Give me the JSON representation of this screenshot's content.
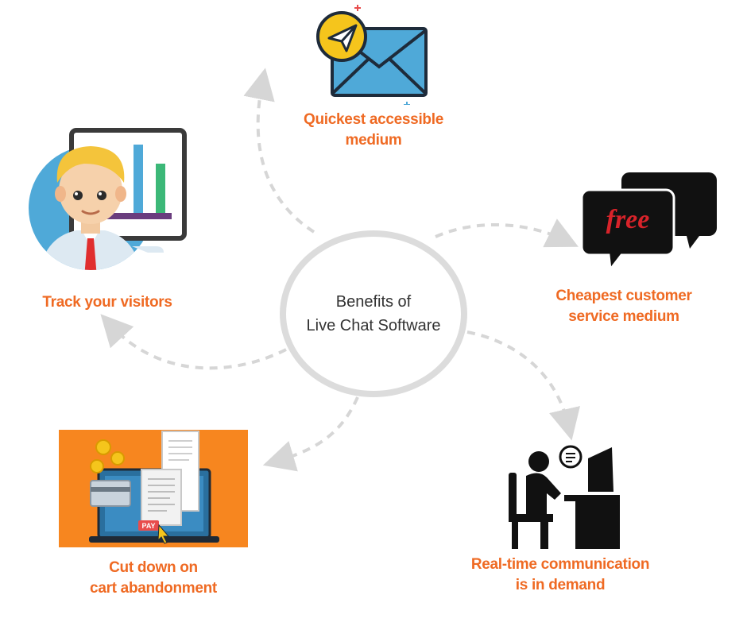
{
  "center": {
    "line1": "Benefits of",
    "line2": "Live Chat Software"
  },
  "nodes": [
    {
      "id": "quickest",
      "lines": [
        "Quickest accessible",
        "medium"
      ],
      "icon": "mail-plane-icon"
    },
    {
      "id": "cheapest",
      "lines": [
        "Cheapest customer",
        "service medium"
      ],
      "icon": "free-chat-bubbles-icon",
      "logo_text": "free"
    },
    {
      "id": "realtime",
      "lines": [
        "Real-time communication",
        "is in demand"
      ],
      "icon": "person-at-computer-icon"
    },
    {
      "id": "cart",
      "lines": [
        "Cut down on",
        "cart abandonment"
      ],
      "icon": "laptop-pay-icon",
      "pay_text": "PAY"
    },
    {
      "id": "track",
      "lines": [
        "Track your visitors"
      ],
      "icon": "analyst-avatar-icon"
    }
  ],
  "colors": {
    "label": "#ef6a23",
    "ring": "#dcdcdc",
    "arrow": "#d6d6d6",
    "envelope": "#4fa9d8",
    "orange_bg": "#f7861f"
  }
}
